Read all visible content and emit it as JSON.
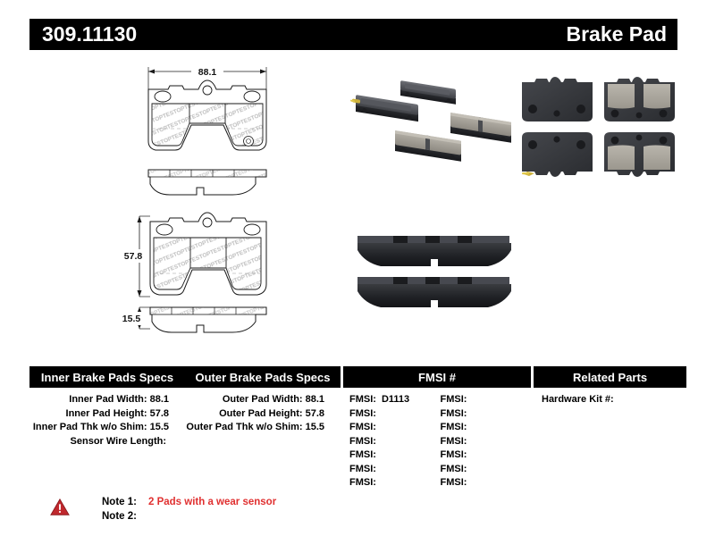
{
  "header": {
    "part_number": "309.11130",
    "product_type": "Brake Pad"
  },
  "drawings": {
    "top_view": {
      "width_label": "88.1",
      "watermark": "STOPTECH"
    },
    "side_view": {
      "height_label": "57.8",
      "thickness_label": "15.5",
      "watermark": "STOPTECH"
    }
  },
  "photos": {
    "angled_set": "brake-pad-set-angled-photo",
    "top_down_set": "brake-pad-set-topdown-photo",
    "edge_pair": "brake-pad-edge-view-photo"
  },
  "table": {
    "headers": {
      "inner": "Inner Brake Pads Specs",
      "outer": "Outer Brake Pads Specs",
      "fmsi": "FMSI #",
      "related": "Related Parts"
    },
    "inner_specs": [
      {
        "label": "Inner Pad Width:",
        "value": "88.1"
      },
      {
        "label": "Inner Pad Height:",
        "value": "57.8"
      },
      {
        "label": "Inner Pad Thk w/o Shim:",
        "value": "15.5"
      },
      {
        "label": "Sensor Wire Length:",
        "value": ""
      }
    ],
    "outer_specs": [
      {
        "label": "Outer Pad Width:",
        "value": "88.1"
      },
      {
        "label": "Outer Pad Height:",
        "value": "57.8"
      },
      {
        "label": "Outer Pad Thk w/o Shim:",
        "value": "15.5"
      },
      {
        "label": "",
        "value": ""
      }
    ],
    "fmsi_left": [
      {
        "label": "FMSI:",
        "value": "D1113"
      },
      {
        "label": "FMSI:",
        "value": ""
      },
      {
        "label": "FMSI:",
        "value": ""
      },
      {
        "label": "FMSI:",
        "value": ""
      },
      {
        "label": "FMSI:",
        "value": ""
      },
      {
        "label": "FMSI:",
        "value": ""
      },
      {
        "label": "FMSI:",
        "value": ""
      }
    ],
    "fmsi_right": [
      {
        "label": "FMSI:",
        "value": ""
      },
      {
        "label": "FMSI:",
        "value": ""
      },
      {
        "label": "FMSI:",
        "value": ""
      },
      {
        "label": "FMSI:",
        "value": ""
      },
      {
        "label": "FMSI:",
        "value": ""
      },
      {
        "label": "FMSI:",
        "value": ""
      },
      {
        "label": "FMSI:",
        "value": ""
      }
    ],
    "related_parts": [
      {
        "label": "Hardware Kit #:",
        "value": ""
      }
    ]
  },
  "notes": {
    "icon": "warning-triangle-icon",
    "rows": [
      {
        "label": "Note 1:",
        "value": "2 Pads with a wear sensor"
      },
      {
        "label": "Note 2:",
        "value": ""
      }
    ]
  },
  "colors": {
    "header_bg": "#000000",
    "header_text": "#ffffff",
    "note_accent": "#e03030",
    "warning_red": "#c0282d"
  }
}
